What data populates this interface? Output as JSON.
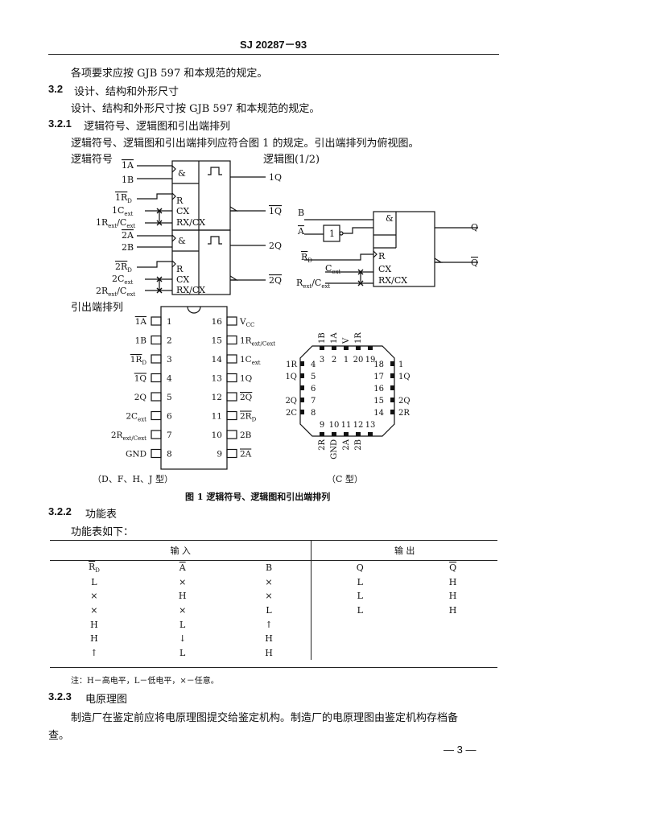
{
  "header": {
    "doc_number": "SJ 20287－93"
  },
  "intro_text": "各项要求应按 GJB 597 和本规范的规定。",
  "sections": {
    "s32": {
      "num": "3.2",
      "title": "设计、结构和外形尺寸",
      "text": "设计、结构和外形尺寸按 GJB 597 和本规范的规定。"
    },
    "s321": {
      "num": "3.2.1",
      "title": "逻辑符号、逻辑图和引出端排列",
      "text": "逻辑符号、逻辑图和引出端排列应符合图 1 的规定。引出端排列为俯视图。"
    },
    "s322": {
      "num": "3.2.2",
      "title": "功能表",
      "text": "功能表如下："
    },
    "s323": {
      "num": "3.2.3",
      "title": "电原理图",
      "text_line1": "制造厂在鉴定前应将电原理图提交给鉴定机构。制造厂的电原理图由鉴定机构存档备",
      "text_line2": "查。"
    }
  },
  "figure": {
    "logic_symbol_label": "逻辑符号",
    "logic_diagram_label": "逻辑图(1/2)",
    "pinout_label": "引出端排列",
    "caption": "图 1 逻辑符号、逻辑图和引出端排列",
    "dip_package_label": "（D、F、H、J 型）",
    "c_package_label": "（C 型）",
    "gate_and": "&",
    "gate_buf": "1",
    "in_R": "R",
    "in_CX": "CX",
    "in_RXCX": "RX/CX",
    "ld_B": "B",
    "ld_A": "A",
    "ld_RD": "R",
    "ld_RD_sub": "D",
    "ld_Cext": "C",
    "ld_Cext_sub": "ext",
    "ld_Rext": "R",
    "ld_Rext_sub": "ext",
    "ld_Cext2": "/C",
    "ld_Cext2_sub": "ext",
    "ld_Q": "Q",
    "ld_Qbar": "Q",
    "ls_1A": "1A",
    "ls_1B": "1B",
    "ls_1RD": "1R",
    "ls_1RD_sub": "D",
    "ls_1Cext": "1C",
    "ls_1Cext_sub": "ext",
    "ls_1Rext": "1R",
    "ls_1Rext_sub": "ext",
    "ls_1Cext2": "/C",
    "ls_1Cext2_sub": "ext",
    "ls_2A": "2A",
    "ls_2B": "2B",
    "ls_2RD": "2R",
    "ls_2RD_sub": "D",
    "ls_2Cext": "2C",
    "ls_2Cext_sub": "ext",
    "ls_2Rext": "2R",
    "ls_2Rext_sub": "ext",
    "ls_2Cext2": "/C",
    "ls_2Cext2_sub": "ext",
    "ls_1Q": "1Q",
    "ls_1Qbar": "1Q",
    "ls_2Q": "2Q",
    "ls_2Qbar": "2Q",
    "dip_left": [
      {
        "n": "1",
        "label": "1A",
        "bar": true,
        "sub": ""
      },
      {
        "n": "2",
        "label": "1B",
        "bar": false,
        "sub": ""
      },
      {
        "n": "3",
        "label": "1R",
        "bar": true,
        "sub": "D"
      },
      {
        "n": "4",
        "label": "1Q",
        "bar": true,
        "sub": ""
      },
      {
        "n": "5",
        "label": "2Q",
        "bar": false,
        "sub": ""
      },
      {
        "n": "6",
        "label": "2C",
        "bar": false,
        "sub": "ext"
      },
      {
        "n": "7",
        "label": "2R",
        "bar": false,
        "sub": "ext/Cext"
      },
      {
        "n": "8",
        "label": "GND",
        "bar": false,
        "sub": ""
      }
    ],
    "dip_right": [
      {
        "n": "16",
        "label": "V",
        "bar": false,
        "sub": "CC"
      },
      {
        "n": "15",
        "label": "1R",
        "bar": false,
        "sub": "ext/Cext"
      },
      {
        "n": "14",
        "label": "1C",
        "bar": false,
        "sub": "ext"
      },
      {
        "n": "13",
        "label": "1Q",
        "bar": false,
        "sub": ""
      },
      {
        "n": "12",
        "label": "2Q",
        "bar": true,
        "sub": ""
      },
      {
        "n": "11",
        "label": "2R",
        "bar": true,
        "sub": "D"
      },
      {
        "n": "10",
        "label": "2B",
        "bar": false,
        "sub": ""
      },
      {
        "n": "9",
        "label": "2A",
        "bar": true,
        "sub": ""
      }
    ],
    "c_top_nums": [
      "3",
      "2",
      "1",
      "20",
      "19"
    ],
    "c_left_nums": [
      "4",
      "5",
      "6",
      "7",
      "8"
    ],
    "c_right_nums": [
      "18",
      "17",
      "16",
      "15",
      "14"
    ],
    "c_bottom_nums": [
      "9",
      "10",
      "11",
      "12",
      "13"
    ],
    "c_top_labels": [
      "1B",
      "1A",
      "V",
      "1R"
    ],
    "c_left_labels": [
      "1R",
      "1Q",
      "",
      "2Q",
      "2C"
    ],
    "c_right_labels": [
      "1",
      "1Q",
      "",
      "2Q",
      "2R"
    ],
    "c_bottom_labels": [
      "2R",
      "GND",
      "2A",
      "2B"
    ]
  },
  "function_table": {
    "header_input": "输            入",
    "header_output": "输            出",
    "columns": [
      "R",
      "A",
      "B",
      "Q",
      "Q"
    ],
    "col_sub": "D",
    "rows": [
      [
        "L",
        "×",
        "×",
        "L",
        "H"
      ],
      [
        "×",
        "H",
        "×",
        "L",
        "H"
      ],
      [
        "×",
        "×",
        "L",
        "L",
        "H"
      ],
      [
        "H",
        "L",
        "↑",
        "",
        ""
      ],
      [
        "H",
        "↓",
        "H",
        "",
        ""
      ],
      [
        "↑",
        "L",
        "H",
        "",
        ""
      ]
    ],
    "note": "注：H－高电平，L－低电平，×－任意。"
  },
  "page_number": "— 3 —"
}
